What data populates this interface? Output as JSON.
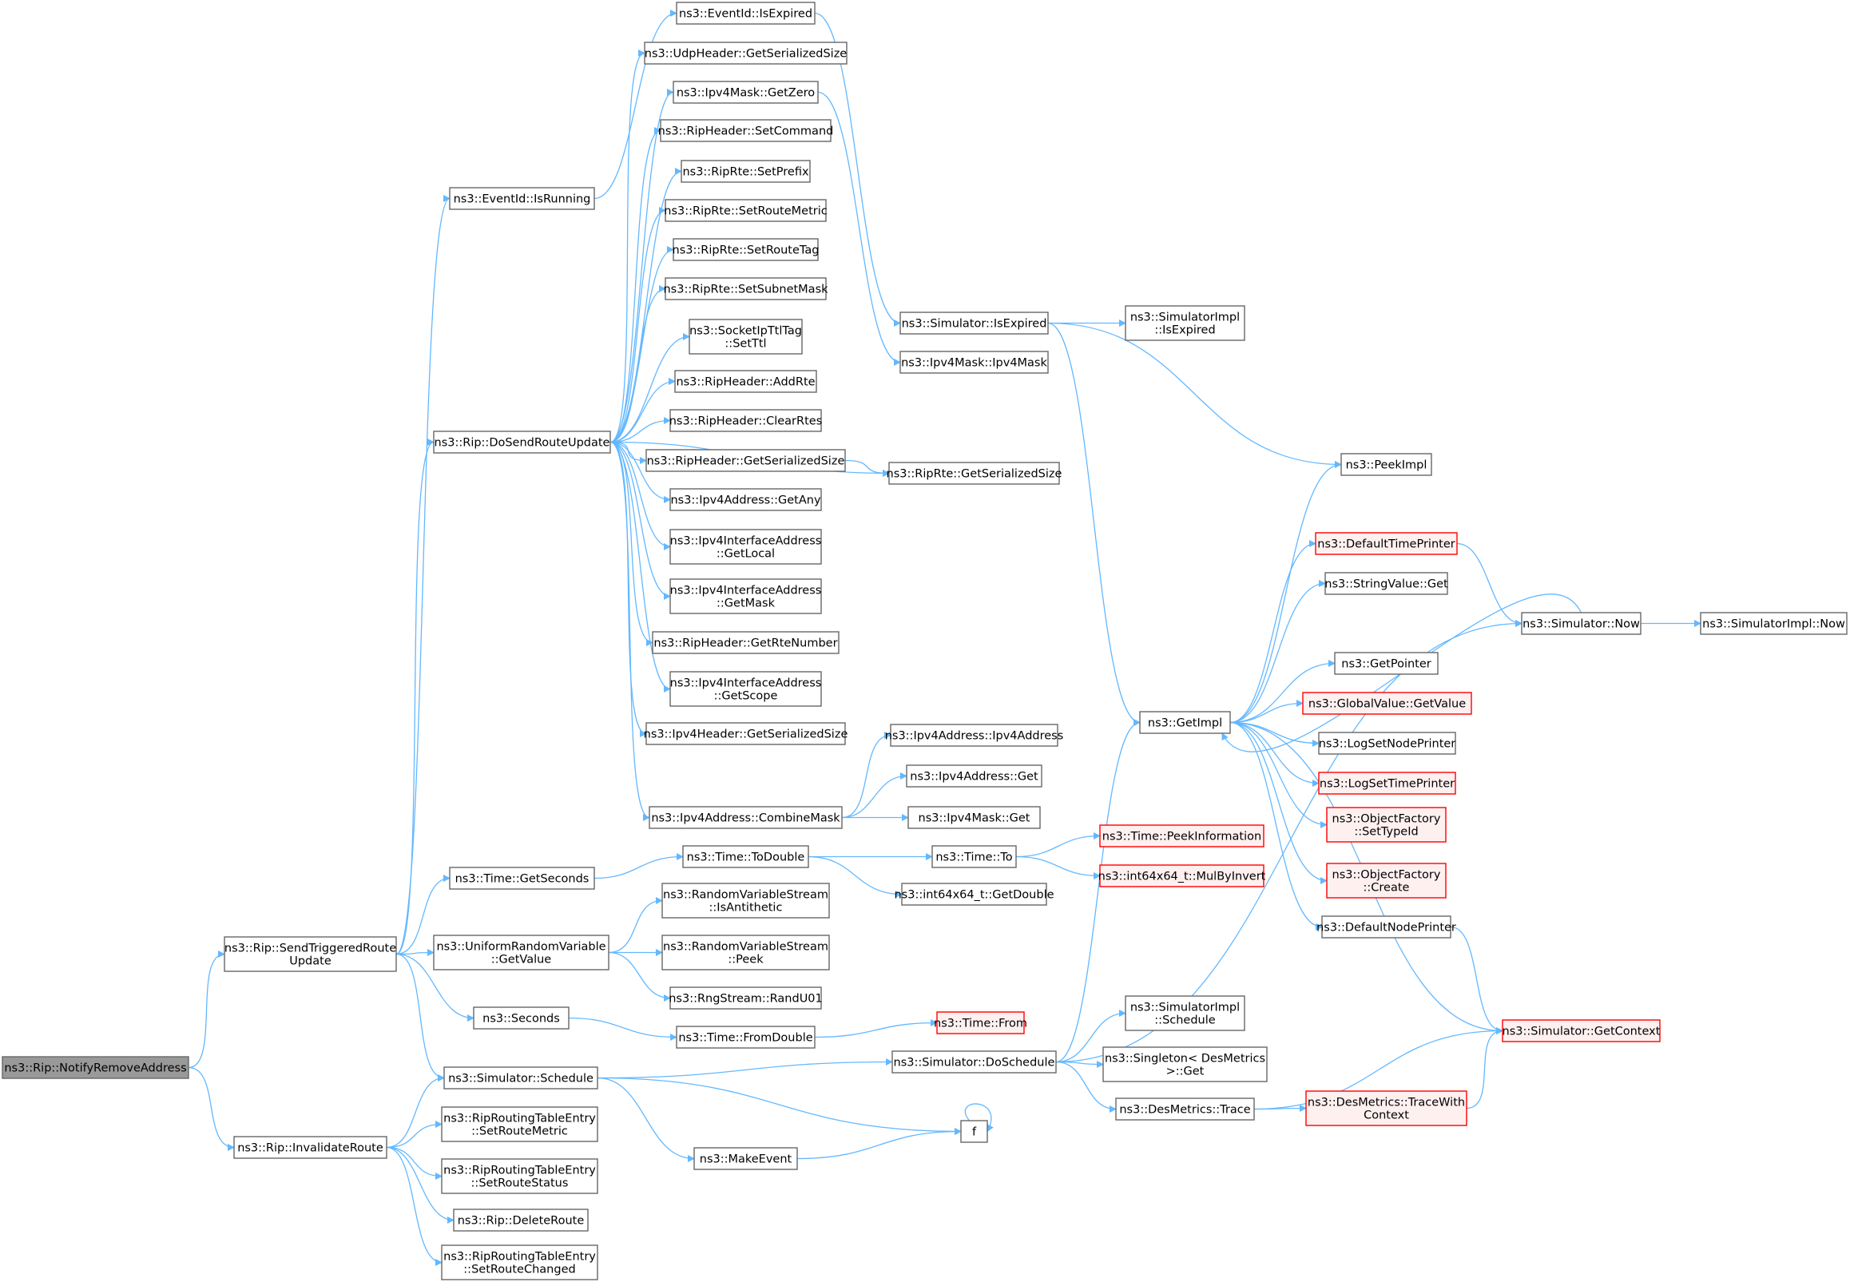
{
  "nodes": {
    "n0": {
      "lines": [
        "ns3::Rip::NotifyRemoveAddress"
      ],
      "kind": "root"
    },
    "n1": {
      "lines": [
        "ns3::Rip::SendTriggeredRoute",
        "Update"
      ],
      "kind": "normal"
    },
    "n2": {
      "lines": [
        "ns3::Rip::InvalidateRoute"
      ],
      "kind": "normal"
    },
    "n3": {
      "lines": [
        "ns3::EventId::IsRunning"
      ],
      "kind": "normal"
    },
    "n4": {
      "lines": [
        "ns3::Rip::DoSendRouteUpdate"
      ],
      "kind": "normal"
    },
    "n5": {
      "lines": [
        "ns3::Time::GetSeconds"
      ],
      "kind": "normal"
    },
    "n6": {
      "lines": [
        "ns3::UniformRandomVariable",
        "::GetValue"
      ],
      "kind": "normal"
    },
    "n7": {
      "lines": [
        "ns3::Seconds"
      ],
      "kind": "normal"
    },
    "n8": {
      "lines": [
        "ns3::Simulator::Schedule"
      ],
      "kind": "normal"
    },
    "n9": {
      "lines": [
        "ns3::RipRoutingTableEntry",
        "::SetRouteMetric"
      ],
      "kind": "normal"
    },
    "n10": {
      "lines": [
        "ns3::RipRoutingTableEntry",
        "::SetRouteStatus"
      ],
      "kind": "normal"
    },
    "n11": {
      "lines": [
        "ns3::Rip::DeleteRoute"
      ],
      "kind": "normal"
    },
    "n12": {
      "lines": [
        "ns3::RipRoutingTableEntry",
        "::SetRouteChanged"
      ],
      "kind": "normal"
    },
    "n13": {
      "lines": [
        "ns3::EventId::IsExpired"
      ],
      "kind": "normal"
    },
    "n14": {
      "lines": [
        "ns3::UdpHeader::GetSerializedSize"
      ],
      "kind": "normal"
    },
    "n15": {
      "lines": [
        "ns3::Ipv4Mask::GetZero"
      ],
      "kind": "normal"
    },
    "n16": {
      "lines": [
        "ns3::RipHeader::SetCommand"
      ],
      "kind": "normal"
    },
    "n17": {
      "lines": [
        "ns3::RipRte::SetPrefix"
      ],
      "kind": "normal"
    },
    "n18": {
      "lines": [
        "ns3::RipRte::SetRouteMetric"
      ],
      "kind": "normal"
    },
    "n19": {
      "lines": [
        "ns3::RipRte::SetRouteTag"
      ],
      "kind": "normal"
    },
    "n20": {
      "lines": [
        "ns3::RipRte::SetSubnetMask"
      ],
      "kind": "normal"
    },
    "n21": {
      "lines": [
        "ns3::SocketIpTtlTag",
        "::SetTtl"
      ],
      "kind": "normal"
    },
    "n22": {
      "lines": [
        "ns3::RipHeader::AddRte"
      ],
      "kind": "normal"
    },
    "n23": {
      "lines": [
        "ns3::RipHeader::ClearRtes"
      ],
      "kind": "normal"
    },
    "n24": {
      "lines": [
        "ns3::RipHeader::GetSerializedSize"
      ],
      "kind": "normal"
    },
    "n25": {
      "lines": [
        "ns3::Ipv4Address::GetAny"
      ],
      "kind": "normal"
    },
    "n26": {
      "lines": [
        "ns3::Ipv4InterfaceAddress",
        "::GetLocal"
      ],
      "kind": "normal"
    },
    "n27": {
      "lines": [
        "ns3::Ipv4InterfaceAddress",
        "::GetMask"
      ],
      "kind": "normal"
    },
    "n28": {
      "lines": [
        "ns3::RipHeader::GetRteNumber"
      ],
      "kind": "normal"
    },
    "n29": {
      "lines": [
        "ns3::Ipv4InterfaceAddress",
        "::GetScope"
      ],
      "kind": "normal"
    },
    "n30": {
      "lines": [
        "ns3::Ipv4Header::GetSerializedSize"
      ],
      "kind": "normal"
    },
    "n31": {
      "lines": [
        "ns3::Ipv4Address::CombineMask"
      ],
      "kind": "normal"
    },
    "n32": {
      "lines": [
        "ns3::Time::ToDouble"
      ],
      "kind": "normal"
    },
    "n33": {
      "lines": [
        "ns3::RandomVariableStream",
        "::IsAntithetic"
      ],
      "kind": "normal"
    },
    "n34": {
      "lines": [
        "ns3::RandomVariableStream",
        "::Peek"
      ],
      "kind": "normal"
    },
    "n35": {
      "lines": [
        "ns3::RngStream::RandU01"
      ],
      "kind": "normal"
    },
    "n36": {
      "lines": [
        "ns3::Time::FromDouble"
      ],
      "kind": "normal"
    },
    "n37": {
      "lines": [
        "ns3::MakeEvent"
      ],
      "kind": "normal"
    },
    "n38": {
      "lines": [
        "ns3::Simulator::IsExpired"
      ],
      "kind": "normal"
    },
    "n39": {
      "lines": [
        "ns3::Ipv4Mask::Ipv4Mask"
      ],
      "kind": "normal"
    },
    "n40": {
      "lines": [
        "ns3::RipRte::GetSerializedSize"
      ],
      "kind": "normal"
    },
    "n41": {
      "lines": [
        "ns3::Ipv4Address::Ipv4Address"
      ],
      "kind": "normal"
    },
    "n42": {
      "lines": [
        "ns3::Ipv4Address::Get"
      ],
      "kind": "normal"
    },
    "n43": {
      "lines": [
        "ns3::Ipv4Mask::Get"
      ],
      "kind": "normal"
    },
    "n44": {
      "lines": [
        "ns3::Time::To"
      ],
      "kind": "normal"
    },
    "n45": {
      "lines": [
        "ns3::int64x64_t::GetDouble"
      ],
      "kind": "normal"
    },
    "n46": {
      "lines": [
        "ns3::Time::From"
      ],
      "kind": "truncated"
    },
    "n47": {
      "lines": [
        "ns3::Simulator::DoSchedule"
      ],
      "kind": "normal"
    },
    "n48": {
      "lines": [
        "f"
      ],
      "kind": "normal"
    },
    "n49": {
      "lines": [
        "ns3::SimulatorImpl",
        "::IsExpired"
      ],
      "kind": "normal"
    },
    "n50": {
      "lines": [
        "ns3::GetImpl"
      ],
      "kind": "normal"
    },
    "n51": {
      "lines": [
        "ns3::PeekImpl"
      ],
      "kind": "normal"
    },
    "n52": {
      "lines": [
        "ns3::Time::PeekInformation"
      ],
      "kind": "truncated"
    },
    "n53": {
      "lines": [
        "ns3::int64x64_t::MulByInvert"
      ],
      "kind": "truncated"
    },
    "n54": {
      "lines": [
        "ns3::SimulatorImpl",
        "::Schedule"
      ],
      "kind": "normal"
    },
    "n55": {
      "lines": [
        "ns3::Singleton< DesMetrics",
        " >::Get"
      ],
      "kind": "normal"
    },
    "n56": {
      "lines": [
        "ns3::DesMetrics::Trace"
      ],
      "kind": "normal"
    },
    "n57": {
      "lines": [
        "ns3::DefaultTimePrinter"
      ],
      "kind": "truncated"
    },
    "n58": {
      "lines": [
        "ns3::StringValue::Get"
      ],
      "kind": "normal"
    },
    "n59": {
      "lines": [
        "ns3::Simulator::Now"
      ],
      "kind": "normal"
    },
    "n60": {
      "lines": [
        "ns3::GetPointer"
      ],
      "kind": "normal"
    },
    "n61": {
      "lines": [
        "ns3::GlobalValue::GetValue"
      ],
      "kind": "truncated"
    },
    "n62": {
      "lines": [
        "ns3::LogSetNodePrinter"
      ],
      "kind": "normal"
    },
    "n63": {
      "lines": [
        "ns3::LogSetTimePrinter"
      ],
      "kind": "truncated"
    },
    "n64": {
      "lines": [
        "ns3::ObjectFactory",
        "::SetTypeId"
      ],
      "kind": "truncated"
    },
    "n65": {
      "lines": [
        "ns3::ObjectFactory",
        "::Create"
      ],
      "kind": "truncated"
    },
    "n66": {
      "lines": [
        "ns3::DefaultNodePrinter"
      ],
      "kind": "normal"
    },
    "n67": {
      "lines": [
        "ns3::Simulator::GetContext"
      ],
      "kind": "truncated"
    },
    "n68": {
      "lines": [
        "ns3::DesMetrics::TraceWith",
        "Context"
      ],
      "kind": "truncated"
    },
    "n69": {
      "lines": [
        "ns3::SimulatorImpl::Now"
      ],
      "kind": "normal"
    }
  },
  "edges": [
    [
      "n0",
      "n1"
    ],
    [
      "n0",
      "n2"
    ],
    [
      "n1",
      "n3"
    ],
    [
      "n1",
      "n4"
    ],
    [
      "n1",
      "n5"
    ],
    [
      "n1",
      "n6"
    ],
    [
      "n1",
      "n7"
    ],
    [
      "n1",
      "n8"
    ],
    [
      "n2",
      "n8"
    ],
    [
      "n2",
      "n9"
    ],
    [
      "n2",
      "n10"
    ],
    [
      "n2",
      "n11"
    ],
    [
      "n2",
      "n12"
    ],
    [
      "n3",
      "n13"
    ],
    [
      "n13",
      "n38"
    ],
    [
      "n4",
      "n14"
    ],
    [
      "n4",
      "n15"
    ],
    [
      "n4",
      "n16"
    ],
    [
      "n4",
      "n17"
    ],
    [
      "n4",
      "n18"
    ],
    [
      "n4",
      "n19"
    ],
    [
      "n4",
      "n20"
    ],
    [
      "n4",
      "n21"
    ],
    [
      "n4",
      "n22"
    ],
    [
      "n4",
      "n23"
    ],
    [
      "n4",
      "n24"
    ],
    [
      "n4",
      "n25"
    ],
    [
      "n4",
      "n26"
    ],
    [
      "n4",
      "n27"
    ],
    [
      "n4",
      "n28"
    ],
    [
      "n4",
      "n29"
    ],
    [
      "n4",
      "n30"
    ],
    [
      "n4",
      "n31"
    ],
    [
      "n4",
      "n40"
    ],
    [
      "n15",
      "n39"
    ],
    [
      "n24",
      "n40"
    ],
    [
      "n31",
      "n41"
    ],
    [
      "n31",
      "n42"
    ],
    [
      "n31",
      "n43"
    ],
    [
      "n5",
      "n32"
    ],
    [
      "n32",
      "n44"
    ],
    [
      "n32",
      "n45"
    ],
    [
      "n44",
      "n52"
    ],
    [
      "n44",
      "n53"
    ],
    [
      "n6",
      "n33"
    ],
    [
      "n6",
      "n34"
    ],
    [
      "n6",
      "n35"
    ],
    [
      "n7",
      "n36"
    ],
    [
      "n36",
      "n46"
    ],
    [
      "n8",
      "n47"
    ],
    [
      "n8",
      "n48"
    ],
    [
      "n8",
      "n37"
    ],
    [
      "n37",
      "n48"
    ],
    [
      "n48",
      "n48"
    ],
    [
      "n47",
      "n54"
    ],
    [
      "n47",
      "n55"
    ],
    [
      "n47",
      "n56"
    ],
    [
      "n47",
      "n50"
    ],
    [
      "n47",
      "n59"
    ],
    [
      "n56",
      "n67"
    ],
    [
      "n56",
      "n68"
    ],
    [
      "n68",
      "n67"
    ],
    [
      "n38",
      "n49"
    ],
    [
      "n38",
      "n50"
    ],
    [
      "n38",
      "n51"
    ],
    [
      "n50",
      "n51"
    ],
    [
      "n50",
      "n57"
    ],
    [
      "n50",
      "n58"
    ],
    [
      "n50",
      "n60"
    ],
    [
      "n50",
      "n61"
    ],
    [
      "n50",
      "n62"
    ],
    [
      "n50",
      "n63"
    ],
    [
      "n50",
      "n64"
    ],
    [
      "n50",
      "n65"
    ],
    [
      "n50",
      "n66"
    ],
    [
      "n50",
      "n67"
    ],
    [
      "n57",
      "n59"
    ],
    [
      "n59",
      "n50"
    ],
    [
      "n59",
      "n69"
    ],
    [
      "n66",
      "n67"
    ]
  ]
}
